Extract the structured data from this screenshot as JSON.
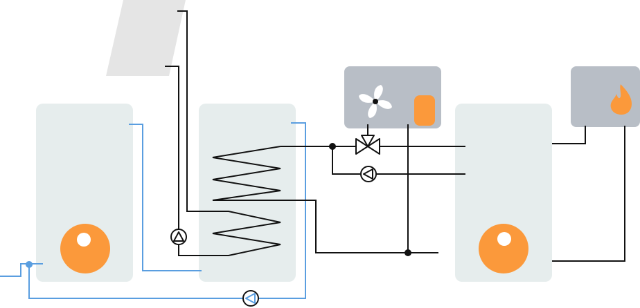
{
  "diagram": {
    "colors": {
      "background": "#ffffff",
      "tank_fill": "#e6eded",
      "unit_fill": "#b8bec6",
      "collector_fill": "#e5e5e5",
      "accent_orange": "#fb993b",
      "pipe_black": "#111111",
      "pipe_blue": "#5a9ee0"
    },
    "components": [
      {
        "name": "solar-collector",
        "shape": "parallelogram"
      },
      {
        "name": "storage-tank-left",
        "shape": "rounded-rect",
        "feature": "orange-sensor-circle"
      },
      {
        "name": "buffer-tank-with-coils",
        "shape": "rounded-rect",
        "feature": "heat-exchanger-coils"
      },
      {
        "name": "heat-pump-unit",
        "shape": "rounded-rect",
        "icons": [
          "fan-icon",
          "cylinder-icon"
        ]
      },
      {
        "name": "storage-tank-right",
        "shape": "rounded-rect",
        "feature": "orange-sensor-circle"
      },
      {
        "name": "boiler-unit",
        "shape": "rounded-rect",
        "icons": [
          "flame-icon"
        ]
      }
    ],
    "fittings": [
      "three-way-valve-icon",
      "pump-icon",
      "pump-icon",
      "pump-icon"
    ]
  }
}
